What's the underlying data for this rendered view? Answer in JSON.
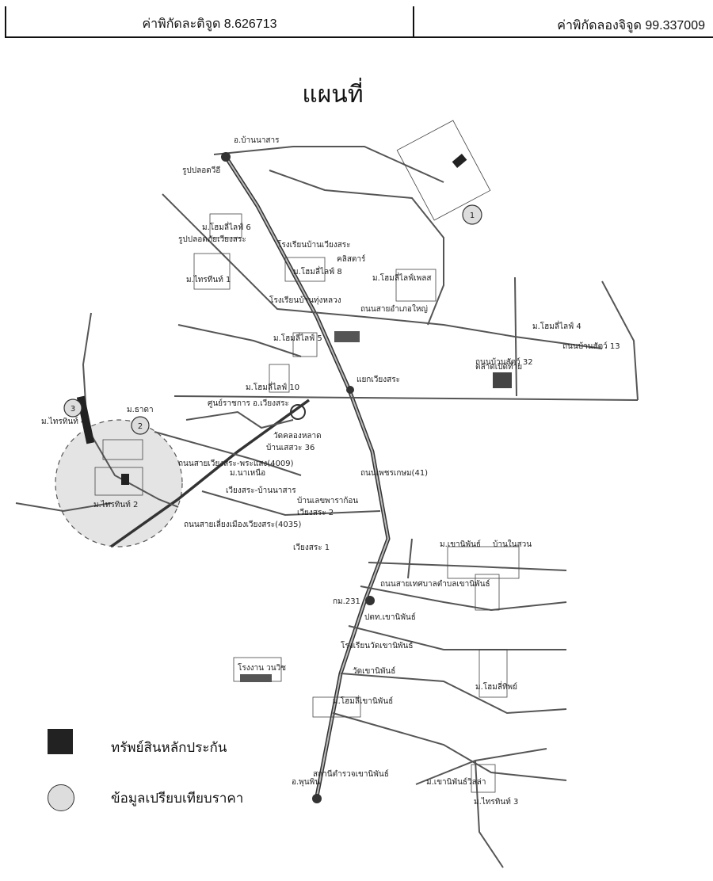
{
  "header": {
    "latitude_label": "ค่าพิกัดละติจูด 8.626713",
    "longitude_label": "ค่าพิกัดลองจิจูด 99.337009"
  },
  "title": "แผนที่",
  "legend": {
    "collateral": "ทรัพย์สินหลักประกัน",
    "comparison": "ข้อมูลเปรียบเทียบราคา"
  },
  "markers": {
    "m1": "1",
    "m2": "2",
    "m3": "3"
  },
  "labels": {
    "l01": "รูปปลอดวีอี",
    "l02": "ม.โฮมลี่ไลฟ์ 6",
    "l03": "รูปปลอดภัยเวียงสระ",
    "l04": "โรงเรียนบ้านเวียงสระ",
    "l05": "ม.ไทรทีนท์ 1",
    "l06": "ม.โฮมลี่ไลฟ์ 8",
    "l07": "คลิสตาร์",
    "l08": "ม.โฮมลี่ไลฟ์เพลส",
    "l09": "โรงเรียนบ้านทุ่งหลวง",
    "l10": "ถนนสายอำเภอใหญ่",
    "l11": "ม.โฮมลี่ไลฟ์ 5",
    "l12": "ม.โฮมลี่ไลฟ์ 4",
    "l13": "ถนนบ้านสัตว์ 13",
    "l14": "ถนนบ้านสัตว์ 32",
    "l15": "แยกเวียงสระ",
    "l16": "ตลาดเปิดท้าย",
    "l17": "ม.โฮมลี่ไลฟ์ 10",
    "l18": "ศูนย์ราชการ อ.เวียงสระ",
    "l19": "ม.ธาดา",
    "l20": "ม.ไทรทินท์ 4",
    "l21": "วัดคลองหลาด",
    "l22": "บ้านเสสวะ 36",
    "l23": "ม.นาเหนือ",
    "l24": "เวียงสระ-บ้านนาสาร",
    "l25": "บ้านเลขพาราก้อน",
    "l26": "เวียงสระ 2",
    "l27": "ถนนสายเลี่ยงเมืองเวียงสระ(4035)",
    "l28": "เวียงสระ 1",
    "l29": "ม.ไทรทินท์ 2",
    "l30": "ถนนสายเวียงสระ-พระแสง(4009)",
    "l31": "ถนนเพชรเกษม(41)",
    "l32": "ม.เขานิพันธ์",
    "l33": "บ้านในสวน",
    "l34": "ถนนสายเทศบาลตำบลเขานิพันธ์",
    "l35": "กม.231",
    "l36": "ปตท.เขานิพันธ์",
    "l37": "โรงเรียนวัดเขานิพันธ์",
    "l38": "วัดเขานิพันธ์",
    "l39": "โรงงาน วนวิช",
    "l40": "ม.โฮมลี่ทิพย์",
    "l41": "ม.โฮมลี่เขานิพันธ์",
    "l42": "สถานีตำรวจเขานิพันธ์",
    "l43": "ม.เขานิพันธ์วิลล่า",
    "l44": "ม.ไทรทินท์ 3",
    "l45": "อ.พุนพิน",
    "l46": "อ.บ้านนาสาร"
  }
}
